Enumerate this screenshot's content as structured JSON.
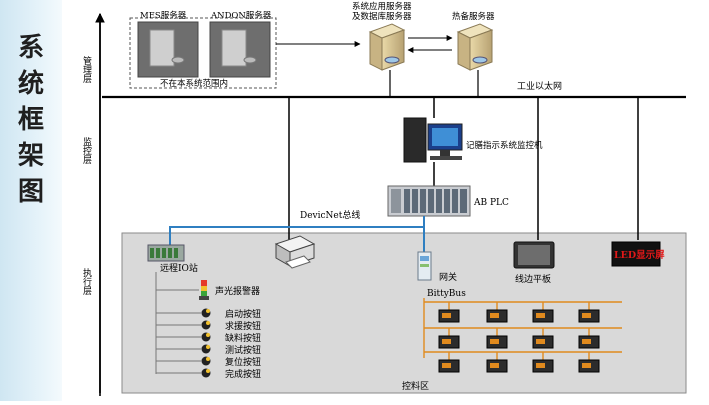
{
  "slide_title_chars": [
    "系",
    "统",
    "框",
    "架",
    "图"
  ],
  "layers": {
    "management": "管理层",
    "monitoring": "监控层",
    "execution": "执行层"
  },
  "servers": {
    "mes": "MES服务器",
    "andon": "ANDON服务器",
    "out_of_scope": "不在本系统范围内",
    "app_db_line1": "系统应用服务器",
    "app_db_line2": "及数据库服务器",
    "hot_standby": "热备服务器"
  },
  "network": {
    "ethernet": "工业以太网",
    "devicenet": "DevicNet总线"
  },
  "monitor_pc": "记膳指示系统监控机",
  "plc": "AB PLC",
  "field": {
    "remote_io": "远程IO站",
    "alarm": "声光报警器",
    "buttons": [
      "启动按钮",
      "求援按钮",
      "缺料按钮",
      "测试按钮",
      "复位按钮",
      "完成按钮"
    ],
    "gateway": "网关",
    "bittybus": "BittyBus",
    "tablet": "线边平板",
    "led_display": "LED显示屏",
    "area": "控料区"
  },
  "colors": {
    "bus_blue": "#2f7fc1",
    "bus_orange": "#e08a1e",
    "led_red": "#e01818",
    "area_fill": "#d9d9d9"
  }
}
